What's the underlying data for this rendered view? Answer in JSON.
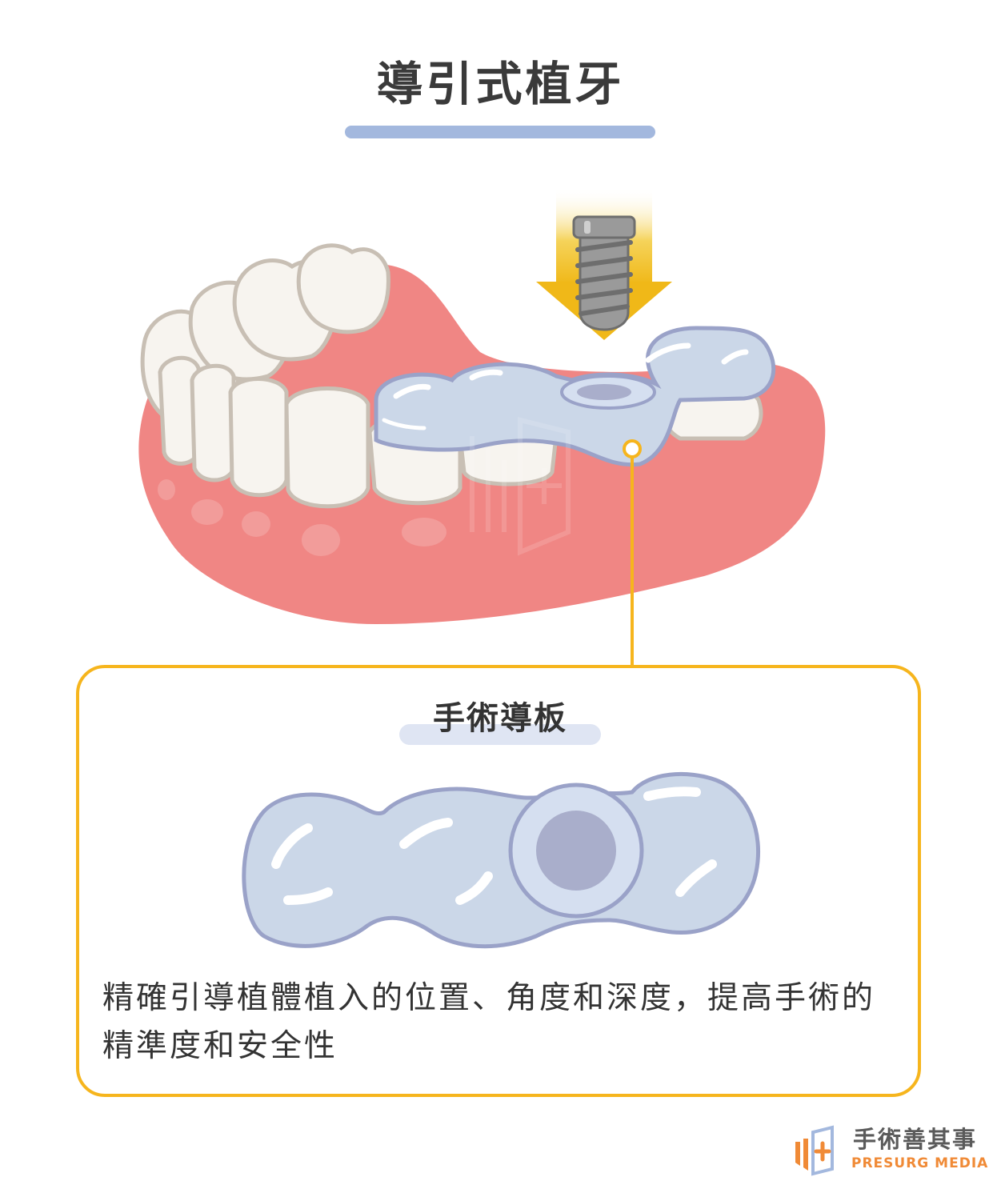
{
  "header": {
    "title": "導引式植牙"
  },
  "callout": {
    "label": "手術導板",
    "description": "精確引導植體植入的位置、角度和深度，提高手術的精準度和安全性"
  },
  "brand": {
    "name": "手術善其事",
    "subname": "PRESURG MEDIA"
  },
  "colors": {
    "gum": "#f08684",
    "tooth": "#f7f4ef",
    "tooth_outline": "#c8bfb4",
    "guide": "#cbd7e8",
    "guide_outline": "#9aa2c8",
    "callout_line": "#f6b51d",
    "arrow": "#f0c22a",
    "title_bar": "#a3b8de"
  }
}
